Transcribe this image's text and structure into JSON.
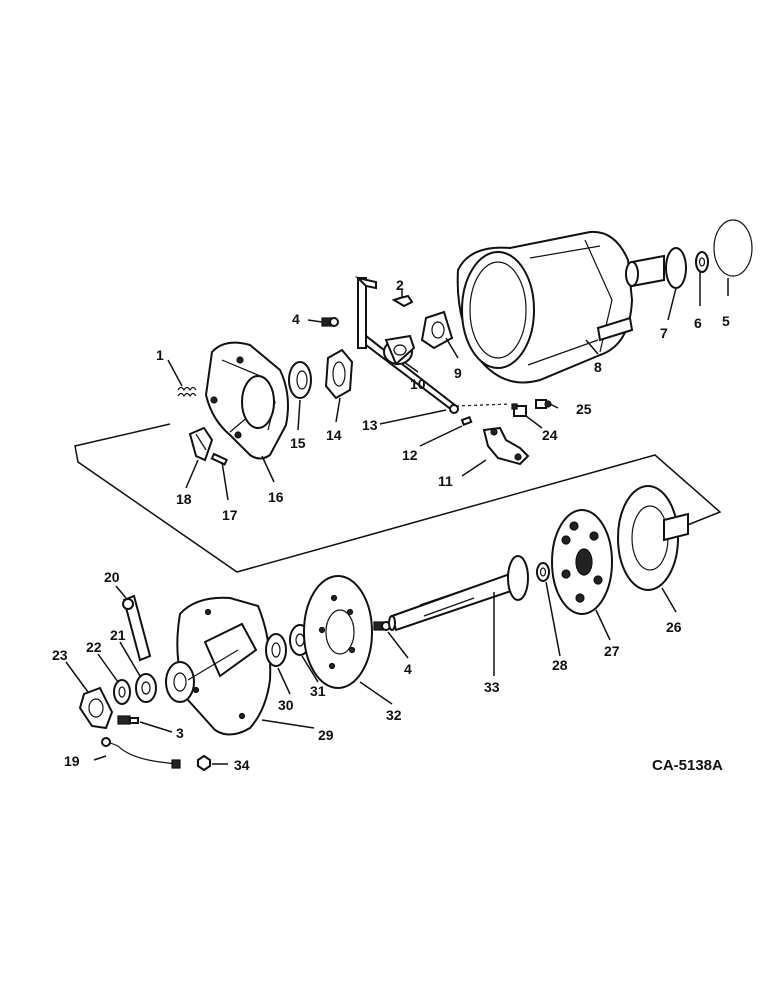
{
  "diagram": {
    "reference_code": "CA-5138A",
    "callouts": {
      "c1": "1",
      "c2": "2",
      "c3": "3",
      "c4a": "4",
      "c4b": "4",
      "c5": "5",
      "c6": "6",
      "c7": "7",
      "c8": "8",
      "c9": "9",
      "c10": "10",
      "c11": "11",
      "c12": "12",
      "c13": "13",
      "c14": "14",
      "c15": "15",
      "c16": "16",
      "c17": "17",
      "c18": "18",
      "c19": "19",
      "c20": "20",
      "c21": "21",
      "c22": "22",
      "c23": "23",
      "c24": "24",
      "c25": "25",
      "c26": "26",
      "c27": "27",
      "c28": "28",
      "c29": "29",
      "c30": "30",
      "c31": "31",
      "c32": "32",
      "c33": "33",
      "c34": "34"
    }
  }
}
